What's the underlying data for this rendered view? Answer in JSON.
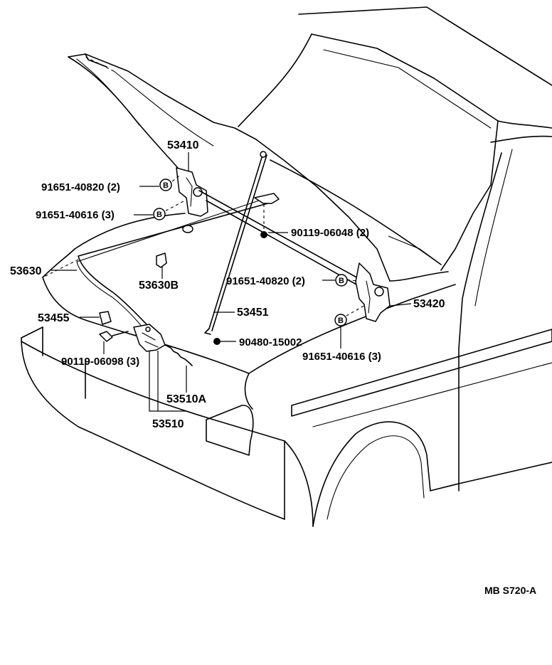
{
  "diagram": {
    "figure_code": "MB S720-A",
    "callout_marker": "B",
    "labels": {
      "p53410": "53410",
      "bolt_91651_40820_left": "91651-40820 (2)",
      "bolt_91651_40616_left": "91651-40616 (3)",
      "screw_90119_06048": "90119-06048 (2)",
      "p53630": "53630",
      "p53630b": "53630B",
      "bolt_91651_40820_right": "91651-40820 (2)",
      "p53420": "53420",
      "p53455": "53455",
      "p53451": "53451",
      "clip_90480_15002": "90480-15002",
      "bolt_91651_40616_right": "91651-40616 (3)",
      "screw_90119_06098": "90119-06098 (3)",
      "p53510a": "53510A",
      "p53510": "53510"
    }
  }
}
